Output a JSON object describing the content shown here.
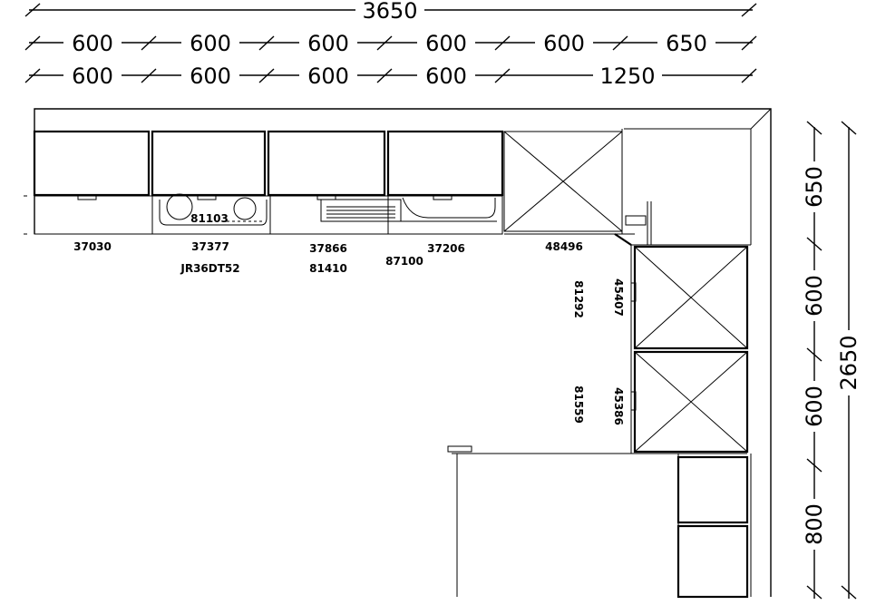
{
  "dimensions": {
    "top_total": "3650",
    "row1": [
      "600",
      "600",
      "600",
      "600",
      "600",
      "650"
    ],
    "row2": [
      "600",
      "600",
      "600",
      "600",
      "1250"
    ],
    "right_inner": [
      "650",
      "600",
      "600",
      "800"
    ],
    "right_total": "2650"
  },
  "labels": {
    "c1": "37030",
    "c2": "37377",
    "c2b": "JR36DT52",
    "c2_sink": "81103",
    "c3": "37866",
    "c3b": "81410",
    "c4": "87100",
    "c4b": "37206",
    "corner": "48496",
    "r1a": "81292",
    "r1b": "45407",
    "r2a": "81559",
    "r2b": "45386"
  }
}
